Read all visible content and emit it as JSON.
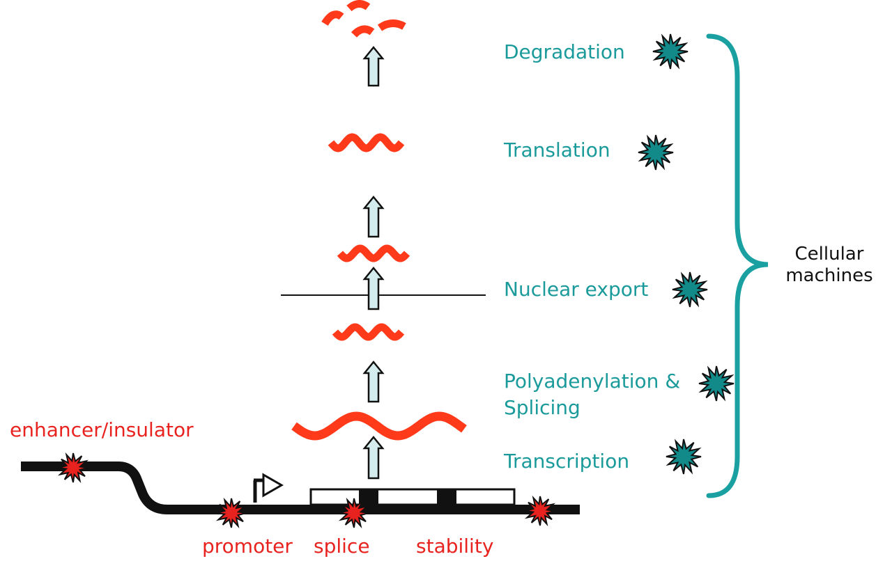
{
  "colors": {
    "rna": "#ff3a1a",
    "regulatory_star": "#e8231f",
    "machine_star": "#138a8a",
    "stage_text": "#1a9a9a",
    "element_text": "#e8231f",
    "brace": "#1aa0a0",
    "arrow_fill": "#d5ecee",
    "dna": "#111111"
  },
  "stages": [
    {
      "label": "Degradation"
    },
    {
      "label": "Translation"
    },
    {
      "label": "Nuclear export"
    },
    {
      "label": "Polyadenylation &"
    },
    {
      "label": "Splicing"
    },
    {
      "label": "Transcription"
    }
  ],
  "dna_elements": {
    "enhancer": "enhancer/insulator",
    "promoter": "promoter",
    "splice": "splice",
    "stability": "stability"
  },
  "machines_label": [
    "Cellular",
    "machines"
  ],
  "icons": {
    "machine": "starburst-icon",
    "regulatory_site": "starburst-icon",
    "flow_arrow": "up-arrow-icon",
    "tss": "transcription-start-flag-icon"
  }
}
